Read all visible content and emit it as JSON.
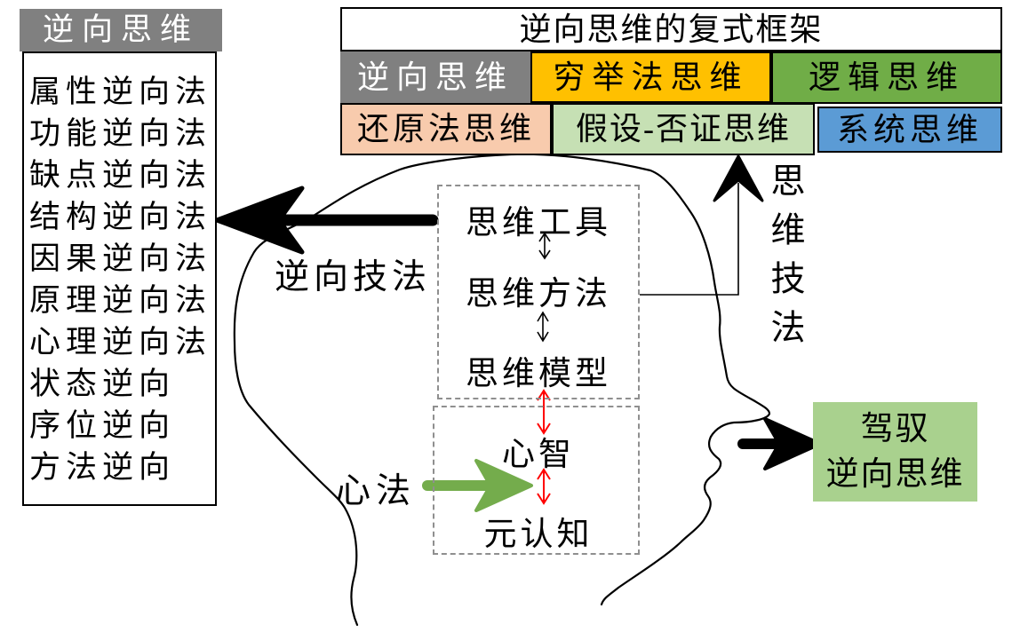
{
  "left_panel": {
    "title": "逆向思维",
    "items": [
      "属性逆向法",
      "功能逆向法",
      "缺点逆向法",
      "结构逆向法",
      "因果逆向法",
      "原理逆向法",
      "心理逆向法",
      "状态逆向",
      "序位逆向",
      "方法逆向"
    ]
  },
  "framework_table": {
    "title": "逆向思维的复式框架",
    "cells": [
      {
        "label": "逆向思维",
        "color": "#808080",
        "text_color": "#FFFFFF"
      },
      {
        "label": "穷举法思维",
        "color": "#FFC000",
        "text_color": "#000000"
      },
      {
        "label": "逻辑思维",
        "color": "#70AD47",
        "text_color": "#000000"
      },
      {
        "label": "还原法思维",
        "color": "#F8CBAD",
        "text_color": "#000000"
      },
      {
        "label": "假设-否证思维",
        "color": "#C6E0B4",
        "text_color": "#000000"
      },
      {
        "label": "系统思维",
        "color": "#5B9BD5",
        "text_color": "#000000"
      }
    ]
  },
  "head_diagram": {
    "tools_stack": {
      "items": [
        "思维工具",
        "思维方法",
        "思维模型"
      ]
    },
    "mind_stack": {
      "items": [
        "心智",
        "元认知"
      ]
    },
    "labels": {
      "reverse_technique": "逆向技法",
      "mind_method": "心法",
      "thinking_technique": "思维技法"
    }
  },
  "outcome_box": {
    "lines": [
      "驾驭",
      "逆向思维"
    ],
    "color": "#A9D18E"
  },
  "colors": {
    "header_gray": "#808080",
    "gold": "#FFC000",
    "green": "#70AD47",
    "peach": "#F8CBAD",
    "light_green": "#C6E0B4",
    "blue": "#5B9BD5",
    "outcome_green": "#A9D18E",
    "arrow_black": "#000000",
    "arrow_green": "#74AC4C",
    "red_link": "#FF0000",
    "outline": "#000000"
  }
}
